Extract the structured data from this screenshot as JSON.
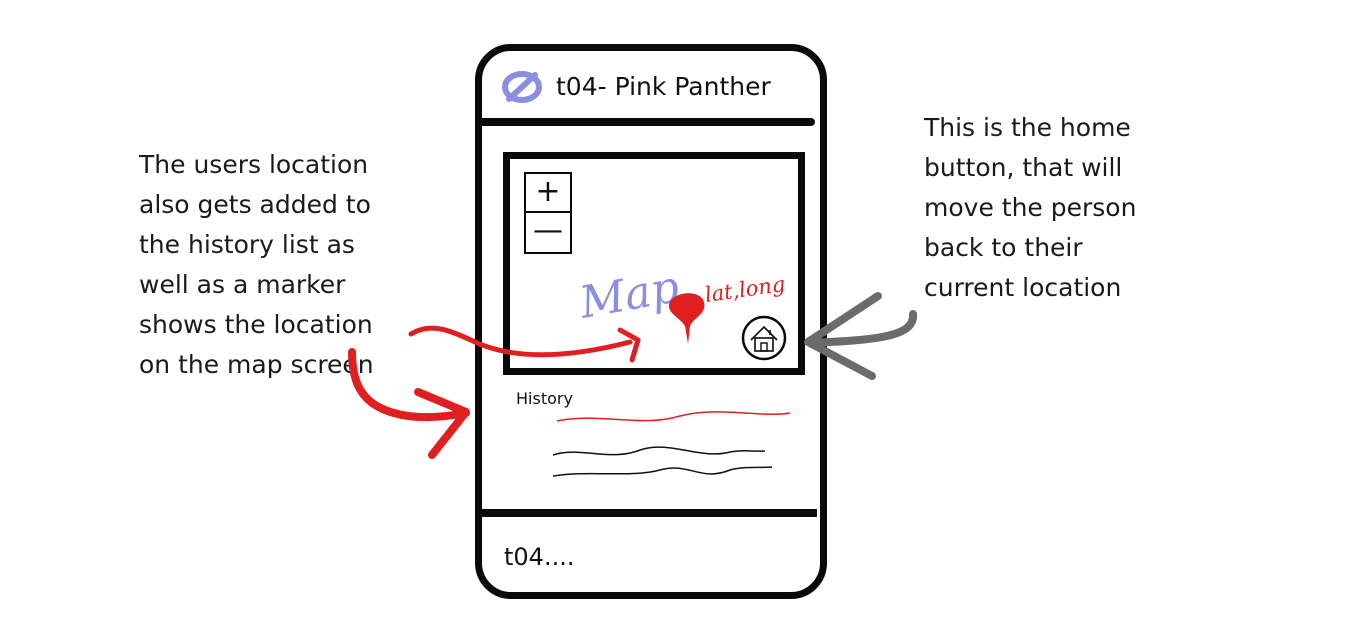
{
  "annotations": {
    "left_note_lines": [
      "The users location",
      "also gets added to",
      "the history list as",
      "well as a marker",
      "shows the location",
      "on the map screen"
    ],
    "right_note_lines": [
      "This is the home",
      "button, that will",
      "move the person",
      "back to their",
      "current location"
    ],
    "arrow_left_color": "#e02020",
    "arrow_right_color": "#6b6b6b"
  },
  "app": {
    "title": "t04- Pink Panther",
    "logo_icon": "eye-slash-icon",
    "logo_color": "#8a8fe0",
    "footer_text": "t04...."
  },
  "map": {
    "label": "Map",
    "label_color": "#8a8fe0",
    "marker_label": "lat,long",
    "marker_color": "#e02020",
    "zoom_in_label": "+",
    "zoom_out_label": "—",
    "home_icon": "house-icon"
  },
  "history": {
    "label": "History",
    "scribble_colors": [
      "#e02020",
      "#111111",
      "#111111"
    ]
  }
}
